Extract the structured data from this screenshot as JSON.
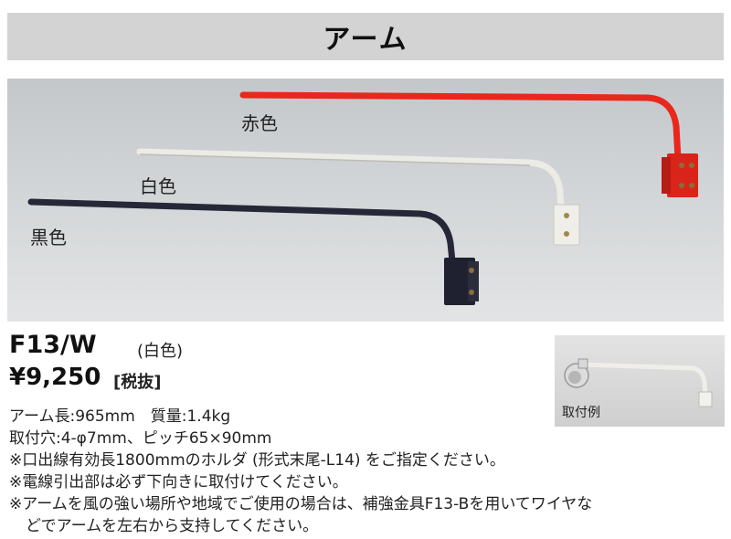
{
  "header": {
    "title": "アーム"
  },
  "photo": {
    "labels": {
      "red": "赤色",
      "white": "白色",
      "black": "黒色"
    },
    "colors": {
      "red": "#e8281c",
      "white": "#ecebe6",
      "black": "#262838",
      "background": "#cfd2d4"
    }
  },
  "product": {
    "model": "F13/W",
    "color_note": "(白色)",
    "price": "¥9,250",
    "tax_note": "[税抜]"
  },
  "specs": {
    "line1": "アーム長:965mm　質量:1.4kg",
    "line2": "取付穴:4-φ7mm、ピッチ65×90mm",
    "note1": "※口出線有効長1800mmのホルダ (形式末尾-L14) をご指定ください。",
    "note2": "※電線引出部は必ず下向きに取付けてください。",
    "note3a": "※アームを風の強い場所や地域でご使用の場合は、補強金具F13-Bを用いてワイヤな",
    "note3b": "どでアームを左右から支持してください。"
  },
  "example": {
    "label": "取付例"
  }
}
